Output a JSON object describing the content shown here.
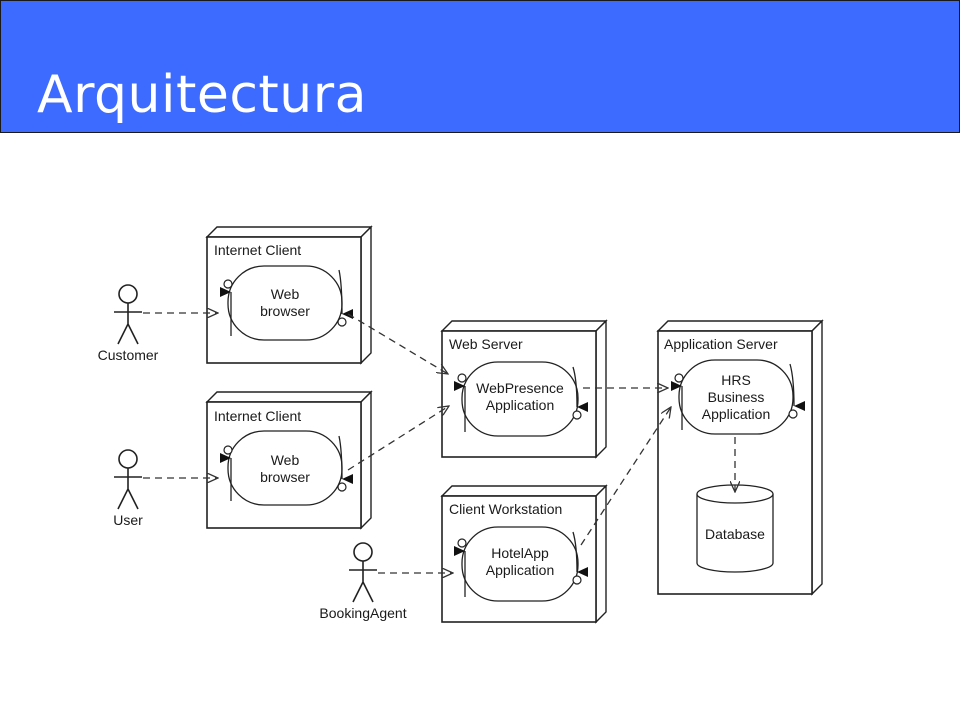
{
  "header": {
    "title": "Arquitectura",
    "background": "#3d6bff"
  },
  "diagram": {
    "actors": {
      "customer": "Customer",
      "user": "User",
      "booking_agent": "BookingAgent"
    },
    "nodes": {
      "internet_client_1": {
        "title": "Internet Client",
        "component": [
          "Web",
          "browser"
        ]
      },
      "internet_client_2": {
        "title": "Internet Client",
        "component": [
          "Web",
          "browser"
        ]
      },
      "web_server": {
        "title": "Web Server",
        "component": [
          "WebPresence",
          "Application"
        ]
      },
      "client_workstation": {
        "title": "Client Workstation",
        "component": [
          "HotelApp",
          "Application"
        ]
      },
      "application_server": {
        "title": "Application Server",
        "component": [
          "HRS",
          "Business",
          "Application"
        ],
        "database": "Database"
      }
    }
  }
}
